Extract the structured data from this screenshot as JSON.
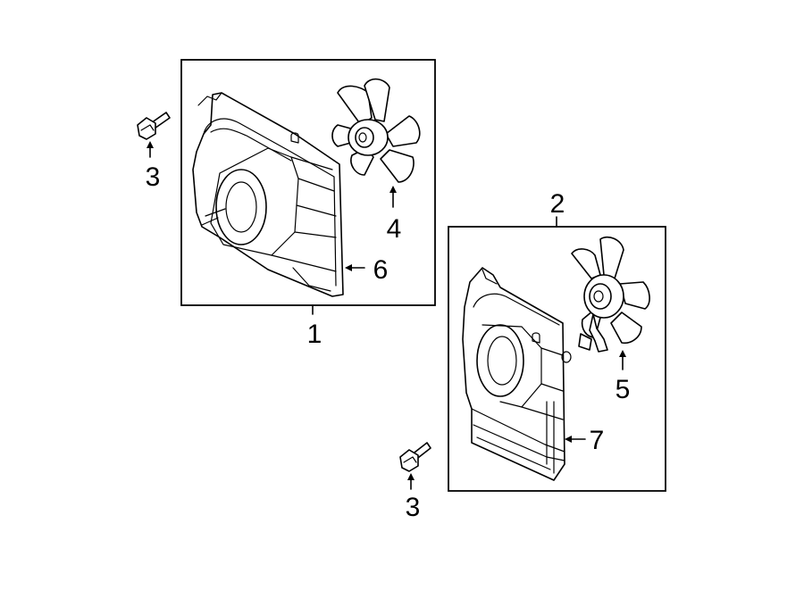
{
  "callouts": {
    "assembly_1": "1",
    "assembly_2": "2",
    "bolt_left": "3",
    "bolt_bottom": "3",
    "fan_blade_4": "4",
    "fan_blade_5": "5",
    "shroud_6": "6",
    "shroud_7": "7"
  }
}
